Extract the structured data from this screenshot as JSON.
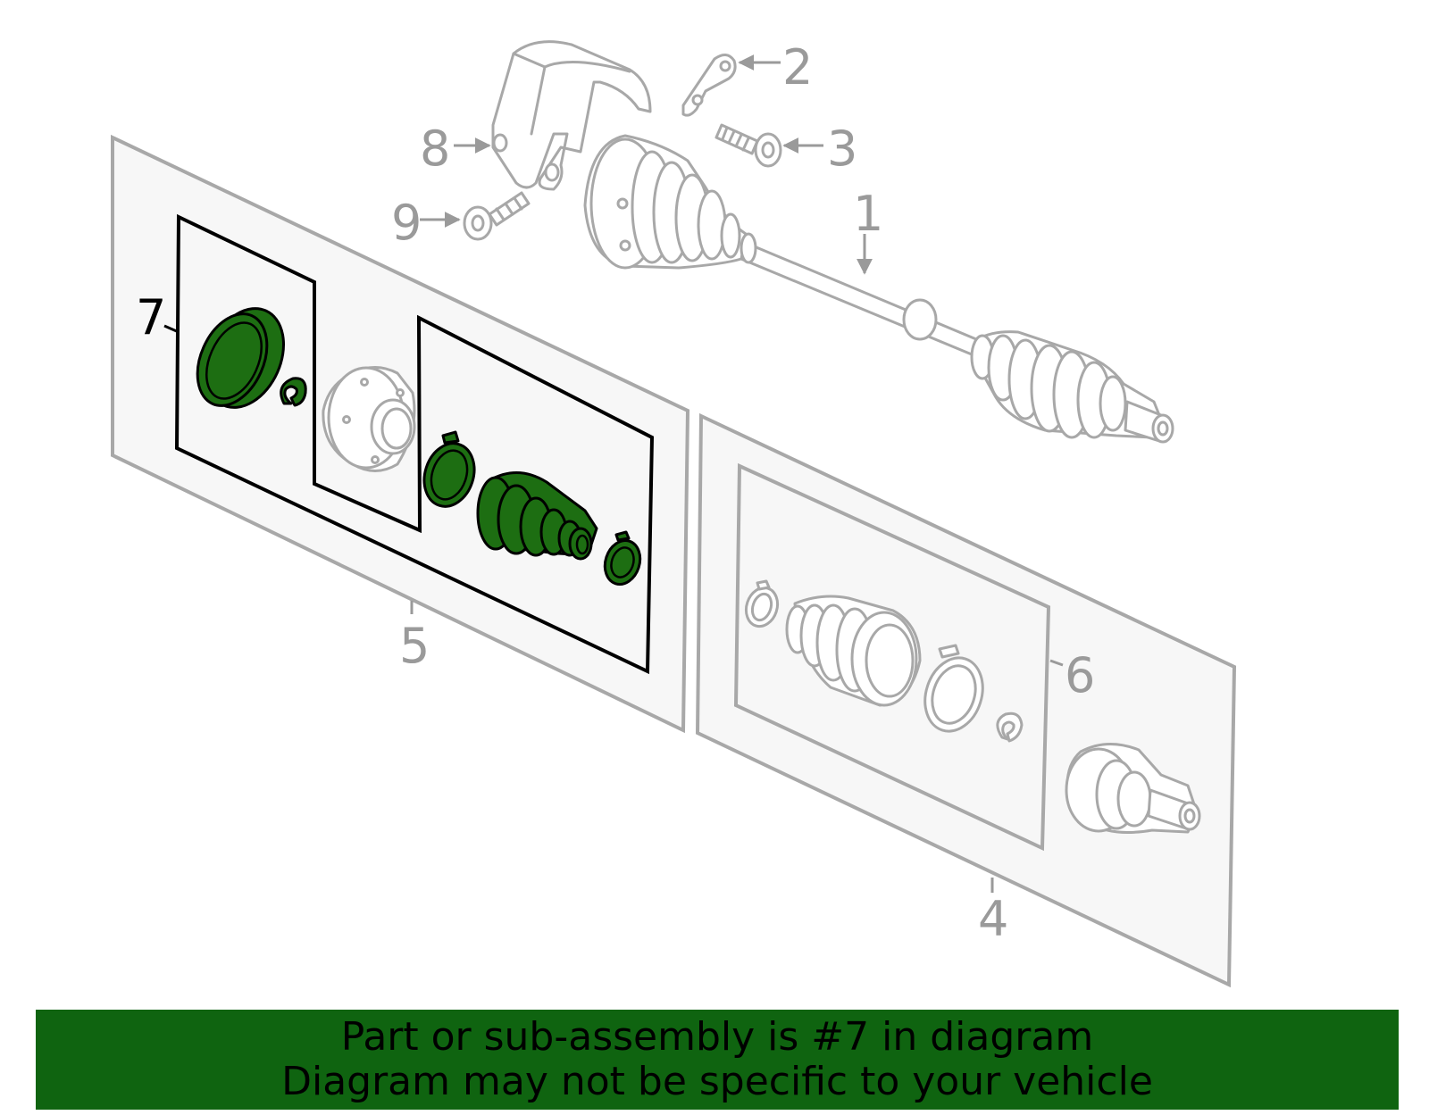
{
  "diagram": {
    "highlight_color": "#1d6e12",
    "panel_color": "#f7f7f7",
    "callouts": {
      "c1": "1",
      "c2": "2",
      "c3": "3",
      "c4": "4",
      "c5": "5",
      "c6": "6",
      "c7": "7",
      "c8": "8",
      "c9": "9"
    },
    "highlighted_part": "7"
  },
  "banner": {
    "line1": "Part or sub-assembly is #7 in diagram",
    "line2": "Diagram may not be specific to your vehicle",
    "background": "#0f6410"
  }
}
